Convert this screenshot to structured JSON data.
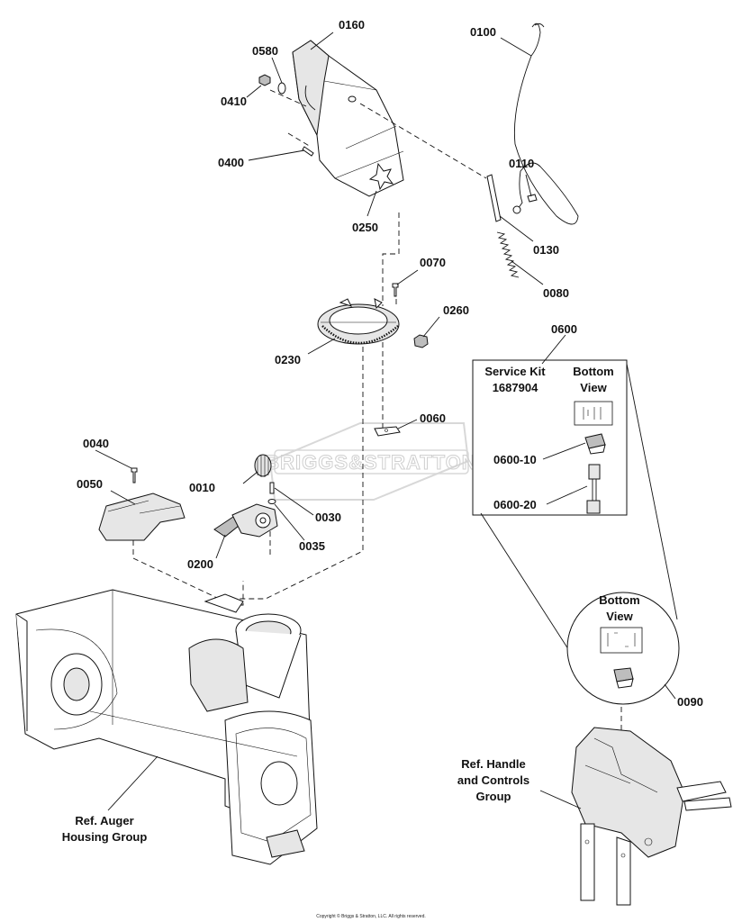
{
  "callouts": {
    "c0160": "0160",
    "c0580": "0580",
    "c0410": "0410",
    "c0400": "0400",
    "c0250": "0250",
    "c0100": "0100",
    "c0110": "0110",
    "c0130": "0130",
    "c0080": "0080",
    "c0070": "0070",
    "c0260": "0260",
    "c0230": "0230",
    "c0600": "0600",
    "c0060": "0060",
    "c0040": "0040",
    "c0050": "0050",
    "c0010": "0010",
    "c0030": "0030",
    "c0035": "0035",
    "c0200": "0200",
    "c0090": "0090",
    "c060010": "0600-10",
    "c060020": "0600-20"
  },
  "service_kit": {
    "title_line1": "Service Kit",
    "title_line2": "1687904",
    "bottom_view_line1": "Bottom",
    "bottom_view_line2": "View"
  },
  "detail_circle": {
    "bottom_view_line1": "Bottom",
    "bottom_view_line2": "View"
  },
  "refs": {
    "handle_line1": "Ref. Handle",
    "handle_line2": "and Controls",
    "handle_line3": "Group",
    "auger_line1": "Ref. Auger",
    "auger_line2": "Housing Group"
  },
  "watermark": "BRIGGS&STRATTON",
  "copyright": "Copyright © Briggs & Stratton, LLC. All rights reserved."
}
